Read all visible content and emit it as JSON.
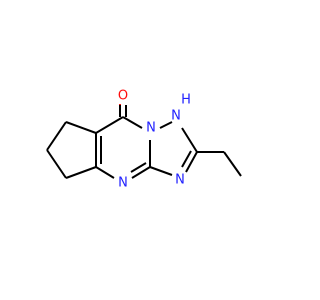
{
  "molecule": {
    "atoms": {
      "oxygen": {
        "symbol": "O",
        "color": "#ff0d0d"
      },
      "n_top": {
        "symbol": "N",
        "color": "#2020ff"
      },
      "nh": {
        "symbol": "N",
        "h_label": "H",
        "color": "#2020ff"
      },
      "n_right": {
        "symbol": "N",
        "color": "#2020ff"
      },
      "n_bottom": {
        "symbol": "N",
        "color": "#2020ff"
      }
    },
    "bond_color": "#000000",
    "background": "#ffffff"
  }
}
